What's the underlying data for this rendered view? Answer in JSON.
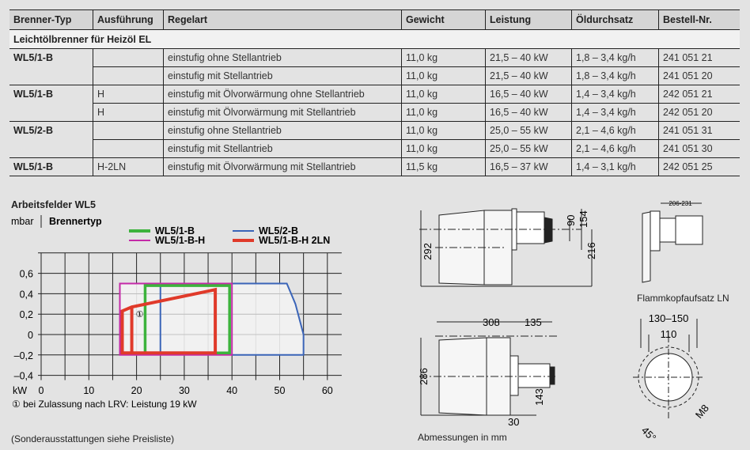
{
  "table": {
    "headers": [
      "Brenner-Typ",
      "Ausführung",
      "Regelart",
      "Gewicht",
      "Leistung",
      "Öldurchsatz",
      "Bestell-Nr."
    ],
    "section": "Leichtölbrenner für Heizöl EL",
    "rows": [
      [
        "WL5/1-B",
        "",
        "einstufig ohne Stellantrieb",
        "11,0 kg",
        "21,5 – 40 kW",
        "1,8 – 3,4 kg/h",
        "241 051 21"
      ],
      [
        "",
        "",
        "einstufig mit Stellantrieb",
        "11,0 kg",
        "21,5 – 40 kW",
        "1,8 – 3,4 kg/h",
        "241 051 20"
      ],
      [
        "WL5/1-B",
        "H",
        "einstufig mit Ölvorwärmung ohne Stellantrieb",
        "11,0 kg",
        "16,5 – 40 kW",
        "1,4 – 3,4 kg/h",
        "242 051 21"
      ],
      [
        "",
        "H",
        "einstufig mit Ölvorwärmung mit Stellantrieb",
        "11,0 kg",
        "16,5 – 40 kW",
        "1,4 – 3,4 kg/h",
        "242 051 20"
      ],
      [
        "WL5/2-B",
        "",
        "einstufig ohne Stellantrieb",
        "11,0 kg",
        "25,0 – 55 kW",
        "2,1 – 4,6 kg/h",
        "241 051 31"
      ],
      [
        "",
        "",
        "einstufig mit Stellantrieb",
        "11,0 kg",
        "25,0 – 55 kW",
        "2,1 – 4,6 kg/h",
        "241 051 30"
      ],
      [
        "WL5/1-B",
        "H-2LN",
        "einstufig mit Ölvorwärmung mit Stellantrieb",
        "11,5 kg",
        "16,5 – 37 kW",
        "1,4 – 3,1 kg/h",
        "242 051 25"
      ]
    ]
  },
  "chart_data": {
    "type": "area",
    "title": "Arbeitsfelder WL5",
    "ylabel": "mbar",
    "xlabel": "kW",
    "legend_title": "Brennertyp",
    "xlim": [
      0,
      60
    ],
    "ylim": [
      -0.4,
      0.8
    ],
    "xticks": [
      0,
      10,
      20,
      30,
      40,
      50,
      60
    ],
    "xtick_labels": [
      "0",
      "10",
      "20",
      "30",
      "40",
      "50",
      "60"
    ],
    "yticks": [
      -0.4,
      -0.2,
      0,
      0.2,
      0.4,
      0.6
    ],
    "ytick_labels": [
      "–0,4",
      "–0,2",
      "0",
      "0,2",
      "0,4",
      "0,6"
    ],
    "grid": true,
    "series": [
      {
        "name": "WL5/2-B",
        "color": "#3a64b8",
        "points": [
          [
            25,
            -0.2
          ],
          [
            25,
            0.5
          ],
          [
            51.5,
            0.5
          ],
          [
            53.3,
            0.3
          ],
          [
            55,
            0
          ],
          [
            55,
            -0.2
          ],
          [
            40,
            -0.2
          ]
        ]
      },
      {
        "name": "WL5/1-B-H",
        "color": "#c42aa8",
        "points": [
          [
            16.5,
            -0.2
          ],
          [
            16.5,
            0.5
          ],
          [
            40,
            0.5
          ],
          [
            40,
            -0.2
          ]
        ]
      },
      {
        "name": "WL5/1-B",
        "color": "#3cb33c",
        "points": [
          [
            21.8,
            -0.18
          ],
          [
            21.8,
            0.48
          ],
          [
            39.5,
            0.48
          ],
          [
            39.5,
            -0.18
          ]
        ]
      },
      {
        "name": "WL5/1-B-H 2LN",
        "color": "#e03a2a",
        "points": [
          [
            17,
            -0.18
          ],
          [
            17,
            0.23
          ],
          [
            19,
            0.27
          ],
          [
            36.5,
            0.44
          ],
          [
            36.5,
            -0.18
          ]
        ],
        "inner": [
          [
            19,
            0.27
          ],
          [
            19,
            -0.18
          ]
        ]
      }
    ],
    "envelope": [
      [
        16.5,
        -0.2
      ],
      [
        16.5,
        0.5
      ],
      [
        51.5,
        0.5
      ],
      [
        53.3,
        0.3
      ],
      [
        55,
        0
      ],
      [
        55,
        -0.2
      ]
    ],
    "annotation": {
      "mark": "①",
      "x": 20.5,
      "y": 0.2
    },
    "footnote": "① bei Zulassung nach LRV: Leistung 19 kW"
  },
  "notes": {
    "sonder": "(Sonderausstattungen siehe Preisliste)",
    "abm": "Abmessungen in mm",
    "ln": "Flammkopfaufsatz LN"
  },
  "dims": {
    "d292": "292",
    "d90": "90",
    "d154": "154",
    "d216": "216",
    "d308": "308",
    "d135": "135",
    "d286": "286",
    "d143": "143",
    "d30": "30",
    "d206": "206-231",
    "d130": "130–150",
    "d110": "110",
    "d45": "45°",
    "m8": "M8"
  }
}
